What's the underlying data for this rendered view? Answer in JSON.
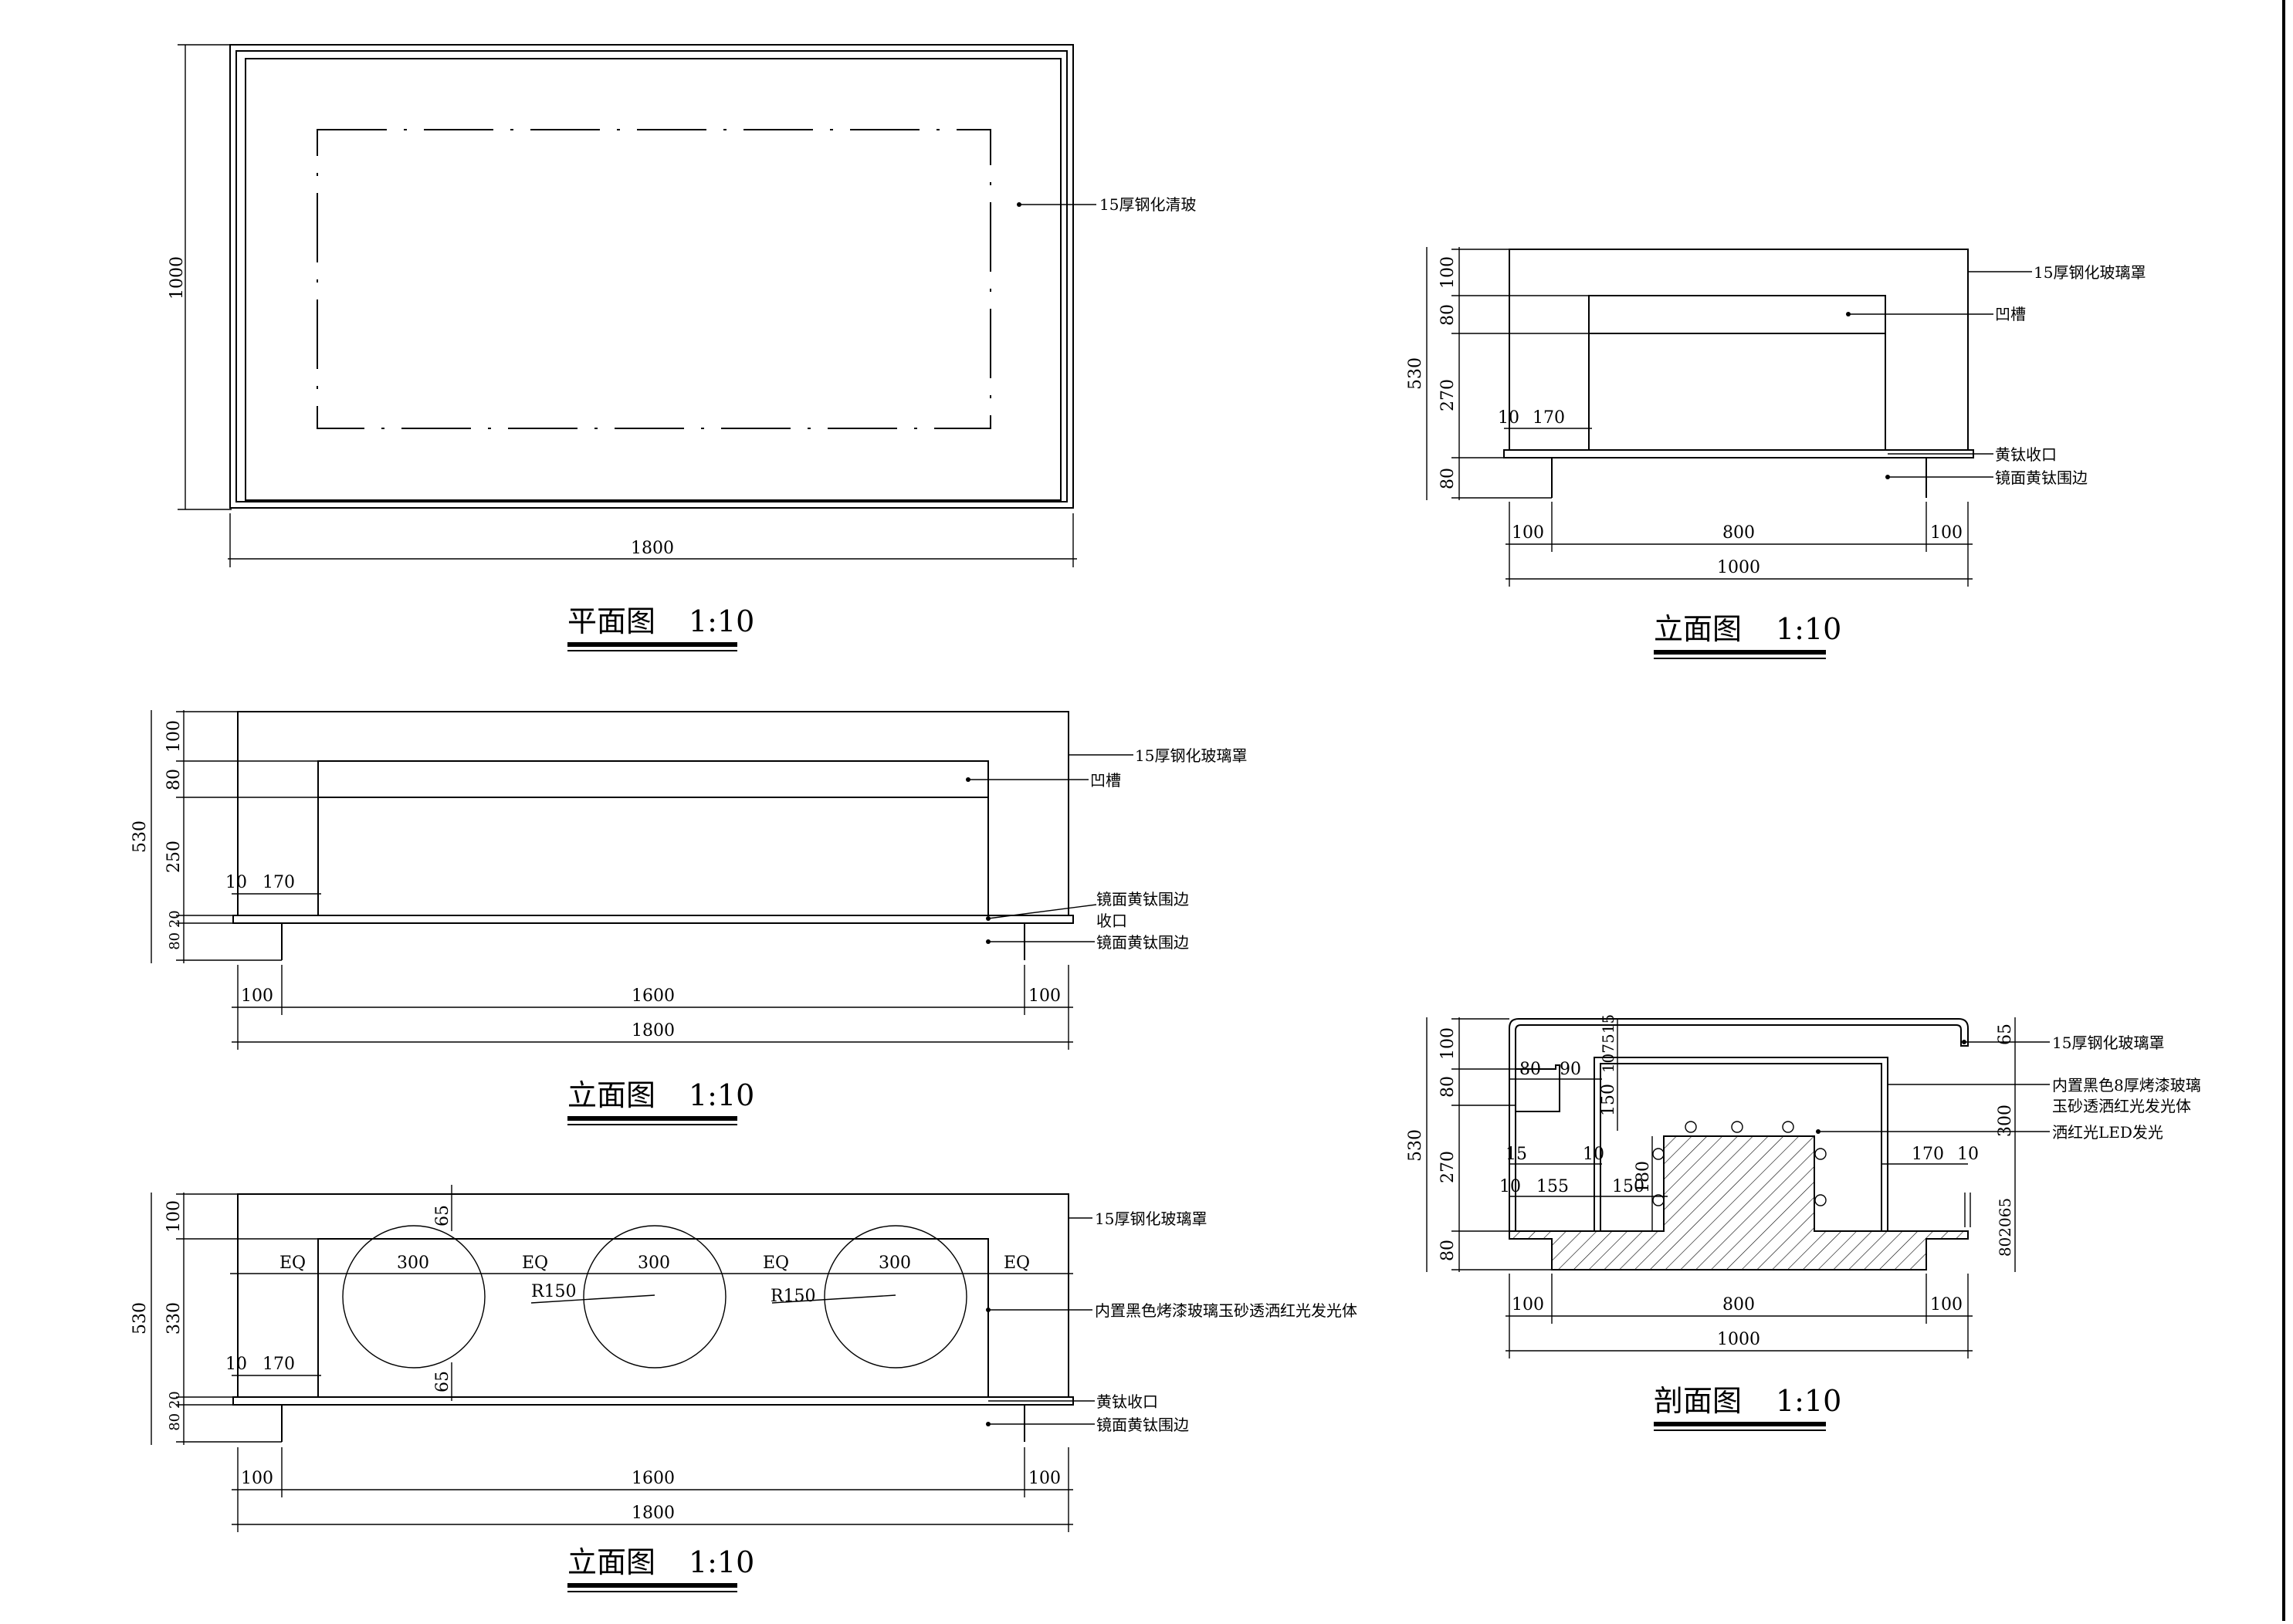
{
  "views": {
    "plan": {
      "title": "平面图",
      "scale": "1:10",
      "dims": {
        "width": "1800",
        "height": "1000"
      },
      "labels": {
        "glass": "15厚钢化清玻"
      }
    },
    "elev_small": {
      "title": "立面图",
      "scale": "1:10",
      "dims": {
        "h100": "100",
        "h80a": "80",
        "h270": "270",
        "h80b": "80",
        "total": "530",
        "d10": "10",
        "d170": "170",
        "w100l": "100",
        "w800": "800",
        "w100r": "100",
        "w1000": "1000"
      },
      "labels": {
        "glass": "15厚钢化玻璃罩",
        "groove": "凹槽",
        "trim": "黄钛收口",
        "edge": "镜面黄钛围边"
      }
    },
    "elev_large": {
      "title": "立面图",
      "scale": "1:10",
      "dims": {
        "h100": "100",
        "h80": "80",
        "h250": "250",
        "h8020": "80 20",
        "h80b": "80",
        "total": "530",
        "d10": "10",
        "d170": "170",
        "w100l": "100",
        "w1600": "1600",
        "w100r": "100",
        "w1800": "1800"
      },
      "labels": {
        "glass": "15厚钢化玻璃罩",
        "groove": "凹槽",
        "edge1": "镜面黄钛围边",
        "edge1b": "收口",
        "edge2": "镜面黄钛围边"
      }
    },
    "elev_circles": {
      "title": "立面图",
      "scale": "1:10",
      "dims": {
        "h100": "100",
        "h330": "330",
        "h8020": "80 20",
        "h80b": "80",
        "total": "530",
        "d10": "10",
        "d170": "170",
        "d65top": "65",
        "d65bot": "65",
        "eq": "EQ",
        "c300": "300",
        "r150": "R150",
        "w100l": "100",
        "w1600": "1600",
        "w100r": "100",
        "w1800": "1800"
      },
      "labels": {
        "glass": "15厚钢化玻璃罩",
        "inner": "内置黑色烤漆玻璃玉砂透洒红光发光体",
        "trim": "黄钛收口",
        "edge": "镜面黄钛围边"
      }
    },
    "section": {
      "title": "剖面图",
      "scale": "1:10",
      "dims": {
        "h100": "100",
        "h80": "80",
        "h270": "270",
        "h80b": "80",
        "total": "530",
        "d80": "80",
        "d90": "90",
        "d10751": "107515",
        "d150v": "150",
        "d180": "180",
        "d15": "15",
        "d10a": "10",
        "d10b": "10",
        "d155": "155",
        "d150": "150",
        "d170": "170",
        "d10c": "10",
        "d65": "65",
        "d300": "300",
        "d2065": "802065",
        "w100l": "100",
        "w800": "800",
        "w100r": "100",
        "w1000": "1000"
      },
      "labels": {
        "glass": "15厚钢化玻璃罩",
        "inner1": "内置黑色8厚烤漆玻璃",
        "inner2": "玉砂透洒红光发光体",
        "led": "洒红光LED发光"
      }
    }
  }
}
